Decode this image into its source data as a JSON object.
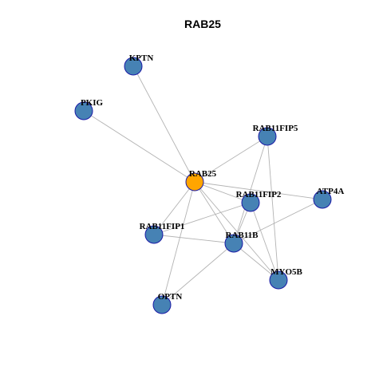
{
  "title": "RAB25",
  "colors": {
    "hub_node": "#ffa500",
    "node": "#4682b4",
    "node_border": "#1a1aa6",
    "edge": "#b3b3b3"
  },
  "network": {
    "nodes": [
      {
        "id": "RAB25",
        "label": "RAB25",
        "role": "hub"
      },
      {
        "id": "KPTN",
        "label": "KPTN",
        "role": "partner"
      },
      {
        "id": "PKIG",
        "label": "PKIG",
        "role": "partner"
      },
      {
        "id": "RAB11FIP5",
        "label": "RAB11FIP5",
        "role": "partner"
      },
      {
        "id": "RAB11FIP2",
        "label": "RAB11FIP2",
        "role": "partner"
      },
      {
        "id": "ATP4A",
        "label": "ATP4A",
        "role": "partner"
      },
      {
        "id": "RAB11FIP1",
        "label": "RAB11FIP1",
        "role": "partner"
      },
      {
        "id": "RAB11B",
        "label": "RAB11B",
        "role": "partner"
      },
      {
        "id": "MYO5B",
        "label": "MYO5B",
        "role": "partner"
      },
      {
        "id": "OPTN",
        "label": "OPTN",
        "role": "partner"
      }
    ],
    "edges": [
      [
        "RAB25",
        "KPTN"
      ],
      [
        "RAB25",
        "PKIG"
      ],
      [
        "RAB25",
        "RAB11FIP5"
      ],
      [
        "RAB25",
        "RAB11FIP2"
      ],
      [
        "RAB25",
        "ATP4A"
      ],
      [
        "RAB25",
        "RAB11FIP1"
      ],
      [
        "RAB25",
        "RAB11B"
      ],
      [
        "RAB25",
        "MYO5B"
      ],
      [
        "RAB25",
        "OPTN"
      ],
      [
        "RAB11FIP5",
        "RAB11B"
      ],
      [
        "RAB11FIP5",
        "MYO5B"
      ],
      [
        "RAB11FIP2",
        "RAB11B"
      ],
      [
        "RAB11FIP2",
        "MYO5B"
      ],
      [
        "RAB11FIP2",
        "RAB11FIP1"
      ],
      [
        "ATP4A",
        "RAB11B"
      ],
      [
        "RAB11FIP1",
        "RAB11B"
      ],
      [
        "RAB11B",
        "MYO5B"
      ],
      [
        "RAB11B",
        "OPTN"
      ]
    ]
  }
}
